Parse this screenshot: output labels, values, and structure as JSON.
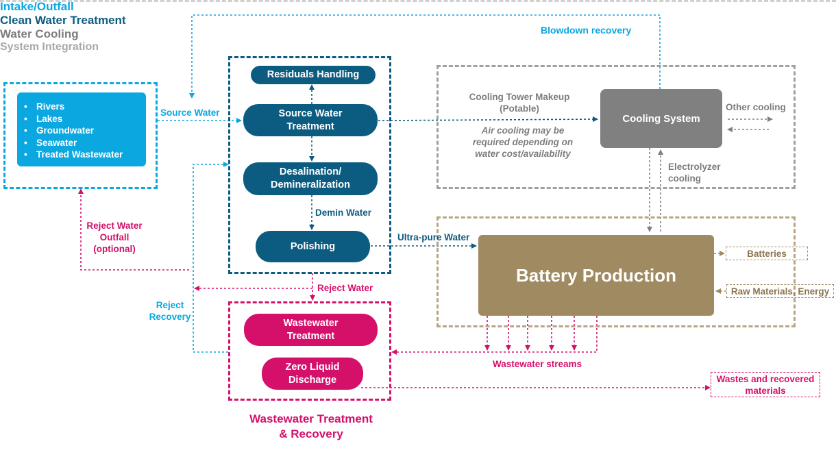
{
  "sections": {
    "intake": "Intake/Outfall",
    "clean_water": "Clean Water Treatment",
    "water_cooling": "Water Cooling",
    "wastewater": [
      "Wastewater Treatment",
      "& Recovery"
    ],
    "system_integration": "System Integration"
  },
  "intake_sources": [
    "Rivers",
    "Lakes",
    "Groundwater",
    "Seawater",
    "Treated Wastewater"
  ],
  "clean_water_steps": {
    "residuals": "Residuals Handling",
    "source_treatment": [
      "Source Water",
      "Treatment"
    ],
    "desalination": [
      "Desalination/",
      "Demineralization"
    ],
    "polishing": "Polishing"
  },
  "wastewater_steps": {
    "treatment": [
      "Wastewater",
      "Treatment"
    ],
    "zld": [
      "Zero Liquid",
      "Discharge"
    ]
  },
  "nodes": {
    "cooling_system": "Cooling System",
    "battery_production": "Battery Production"
  },
  "flow_labels": {
    "source_water": "Source Water",
    "blowdown_recovery": "Blowdown recovery",
    "demin_water": "Demin Water",
    "ultra_pure_water": "Ultra-pure Water",
    "reject_water": "Reject Water",
    "reject_water_outfall": [
      "Reject Water",
      "Outfall",
      "(optional)"
    ],
    "reject_recovery": [
      "Reject",
      "Recovery"
    ],
    "cooling_tower_makeup": [
      "Cooling Tower Makeup",
      "(Potable)"
    ],
    "air_cooling_note": [
      "Air cooling may be",
      "required depending on",
      "water cost/availability"
    ],
    "other_cooling": "Other cooling",
    "electrolyzer_cooling": [
      "Electrolyzer",
      "cooling"
    ],
    "wastewater_streams": "Wastewater streams"
  },
  "outputs": {
    "batteries": "Batteries",
    "raw_materials": "Raw Materials, Energy",
    "wastes": [
      "Wastes and recovered",
      "materials"
    ]
  },
  "colors": {
    "intake_blue": "#0aa7e0",
    "clean_teal": "#0b5c80",
    "wastewater_pink": "#d5106b",
    "cooling_gray": "#808080",
    "battery_gold": "#a08a62"
  }
}
